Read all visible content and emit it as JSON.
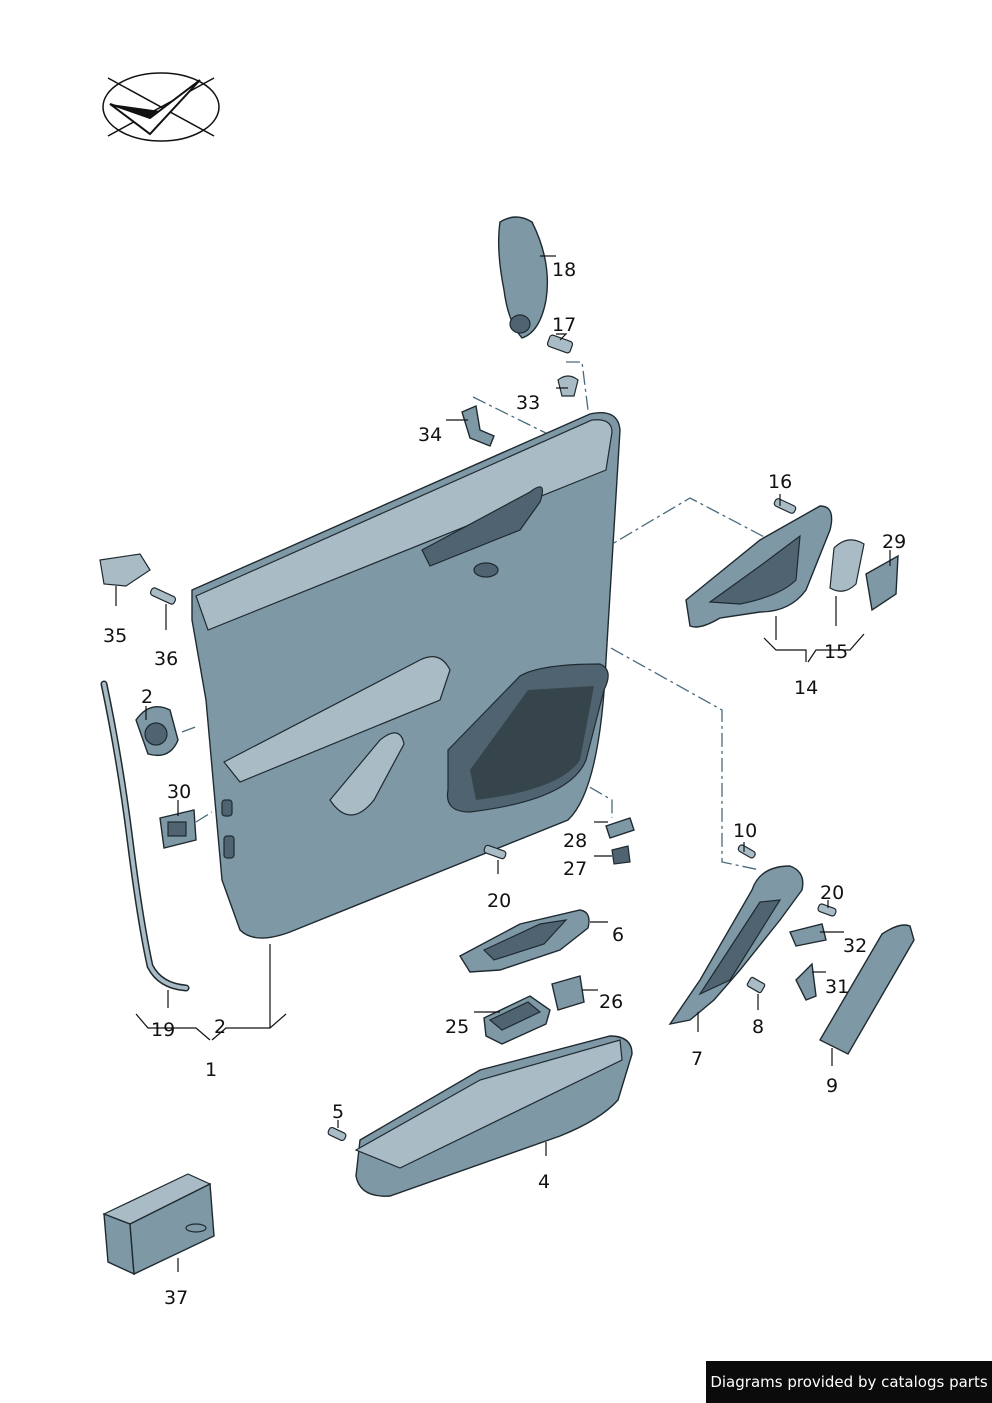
{
  "logo": {
    "name": "checkmark-seal-logo"
  },
  "labels": {
    "l1": "1",
    "l2a": "2",
    "l2b": "2",
    "l4": "4",
    "l5": "5",
    "l6": "6",
    "l7": "7",
    "l8": "8",
    "l9": "9",
    "l10": "10",
    "l14": "14",
    "l15": "15",
    "l16": "16",
    "l17": "17",
    "l18": "18",
    "l19": "19",
    "l20a": "20",
    "l20b": "20",
    "l25": "25",
    "l26": "26",
    "l27": "27",
    "l28": "28",
    "l29": "29",
    "l30": "30",
    "l31": "31",
    "l32": "32",
    "l33": "33",
    "l34": "34",
    "l35": "35",
    "l36": "36",
    "l37": "37"
  },
  "footer": {
    "text": "Diagrams provided by catalogs parts"
  }
}
